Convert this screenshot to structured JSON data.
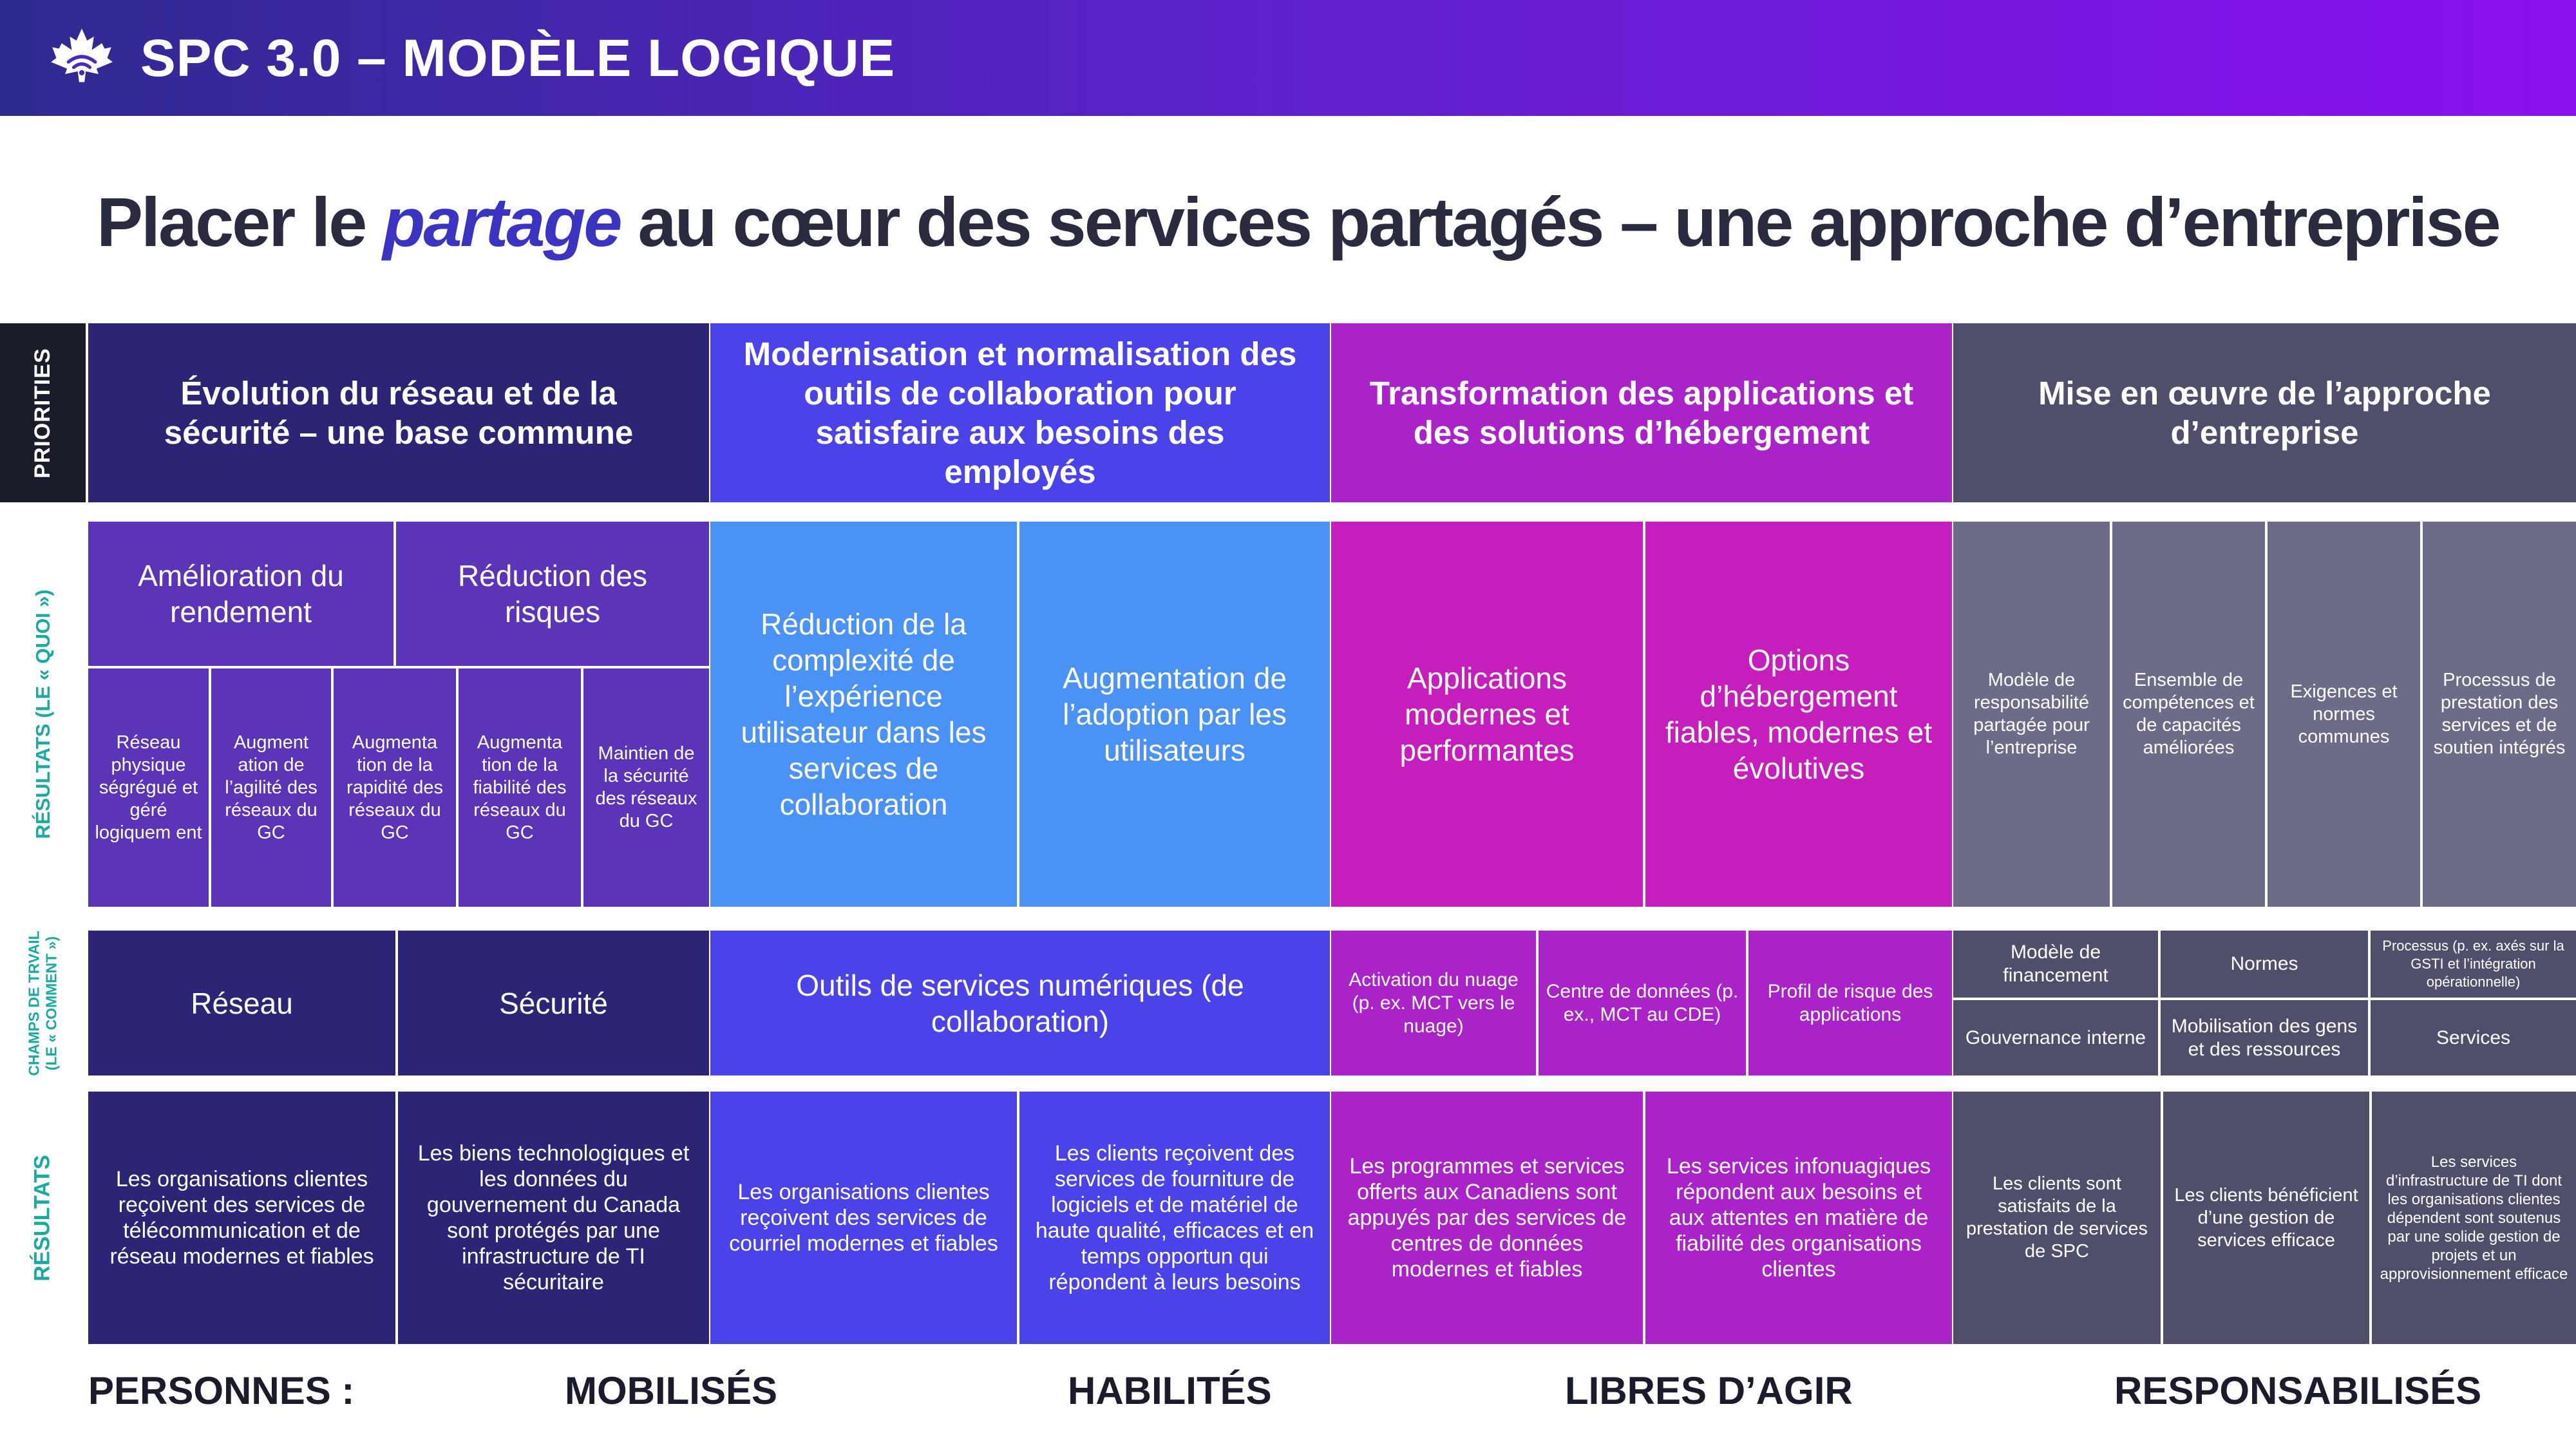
{
  "header": {
    "title": "SPC 3.0 – MODÈLE LOGIQUE",
    "logo_icon": "maple-leaf-wifi-icon"
  },
  "headline": {
    "before": "Placer le ",
    "highlight": "partage",
    "after": " au cœur des services partagés – une approche d’entreprise"
  },
  "side_labels": {
    "priorities": "PRIORITIES",
    "results_what": "RÉSULTATS (LE « QUOI »)",
    "champs_line1": "CHAMPS DE TRVAIL",
    "champs_line2": "(LE « COMMENT »)",
    "results": "RÉSULTATS"
  },
  "colors": {
    "col1_dark": "#2c2475",
    "col1_light": "#5c34b8",
    "col2_dark": "#4b43ea",
    "col2_light": "#4a92f5",
    "col3_dark": "#aa23c8",
    "col3_light": "#c61dbd",
    "col4_dark": "#4f4e6b",
    "col4_light": "#6d6c88",
    "side_label": "#1ca9a0",
    "accent": "#3b33c2"
  },
  "priorities": [
    "Évolution du réseau et de la sécurité – une base commune",
    "Modernisation et normalisation des outils de collaboration pour satisfaire aux besoins des employés",
    "Transformation des applications et des solutions d’hébergement",
    "Mise en œuvre de l’approche d’entreprise"
  ],
  "results_what": {
    "c1_top": [
      "Amélioration du rendement",
      "Réduction des risques"
    ],
    "c1_sub": [
      "Réseau physique ségrégué et géré logiquem ent",
      "Augment ation de l’agilité des réseaux du GC",
      "Augmenta tion de la rapidité des réseaux du GC",
      "Augmenta tion de la fiabilité des réseaux du GC",
      "Maintien de la sécurité des réseaux du GC"
    ],
    "c2": [
      "Réduction de la complexité de l’expérience utilisateur dans les services de collaboration",
      "Augmentation de l’adoption par les utilisateurs"
    ],
    "c3": [
      "Applications modernes et performantes",
      "Options d’hébergement fiables, modernes et évolutives"
    ],
    "c4": [
      "Modèle de responsabilité partagée pour l’entreprise",
      "Ensemble de compétences et de capacités améliorées",
      "Exigences et normes communes",
      "Processus de prestation des services et de soutien intégrés"
    ]
  },
  "champs": {
    "c1": [
      "Réseau",
      "Sécurité"
    ],
    "c2": "Outils de services numériques (de collaboration)",
    "c3": [
      "Activation du nuage (p. ex. MCT vers le nuage)",
      "Centre de données (p. ex., MCT au CDE)",
      "Profil de risque des applications"
    ],
    "c4_top": [
      "Modèle de financement",
      "Normes",
      "Processus (p. ex. axés sur la GSTI et l’intégration opérationnelle)"
    ],
    "c4_bottom": [
      "Gouvernance interne",
      "Mobilisation des gens et des ressources",
      "Services"
    ]
  },
  "results": {
    "c1": [
      "Les organisations clientes reçoivent des services de télécommunication et de réseau modernes et fiables",
      "Les biens technologiques et les données du gouvernement du Canada sont protégés par une infrastructure de TI sécuritaire"
    ],
    "c2": [
      "Les organisations clientes reçoivent des services de courriel modernes et fiables",
      "Les clients reçoivent des services de fourniture de logiciels et de matériel de haute qualité, efficaces et en temps opportun qui répondent à leurs besoins"
    ],
    "c3": [
      "Les programmes et services offerts aux Canadiens sont appuyés par des services de centres de données modernes et fiables",
      "Les services infonuagiques répondent aux besoins et aux attentes en matière de fiabilité des organisations clientes"
    ],
    "c4": [
      "Les clients sont satisfaits de la prestation de services de SPC",
      "Les clients bénéficient d’une gestion de services efficace",
      "Les services d’infrastructure de TI dont les organisations clientes dépendent sont soutenus par une solide gestion de projets et un approvisionnement efficace"
    ]
  },
  "footer": [
    "PERSONNES :",
    "MOBILISÉS",
    "HABILITÉS",
    "LIBRES D’AGIR",
    "RESPONSABILISÉS"
  ]
}
